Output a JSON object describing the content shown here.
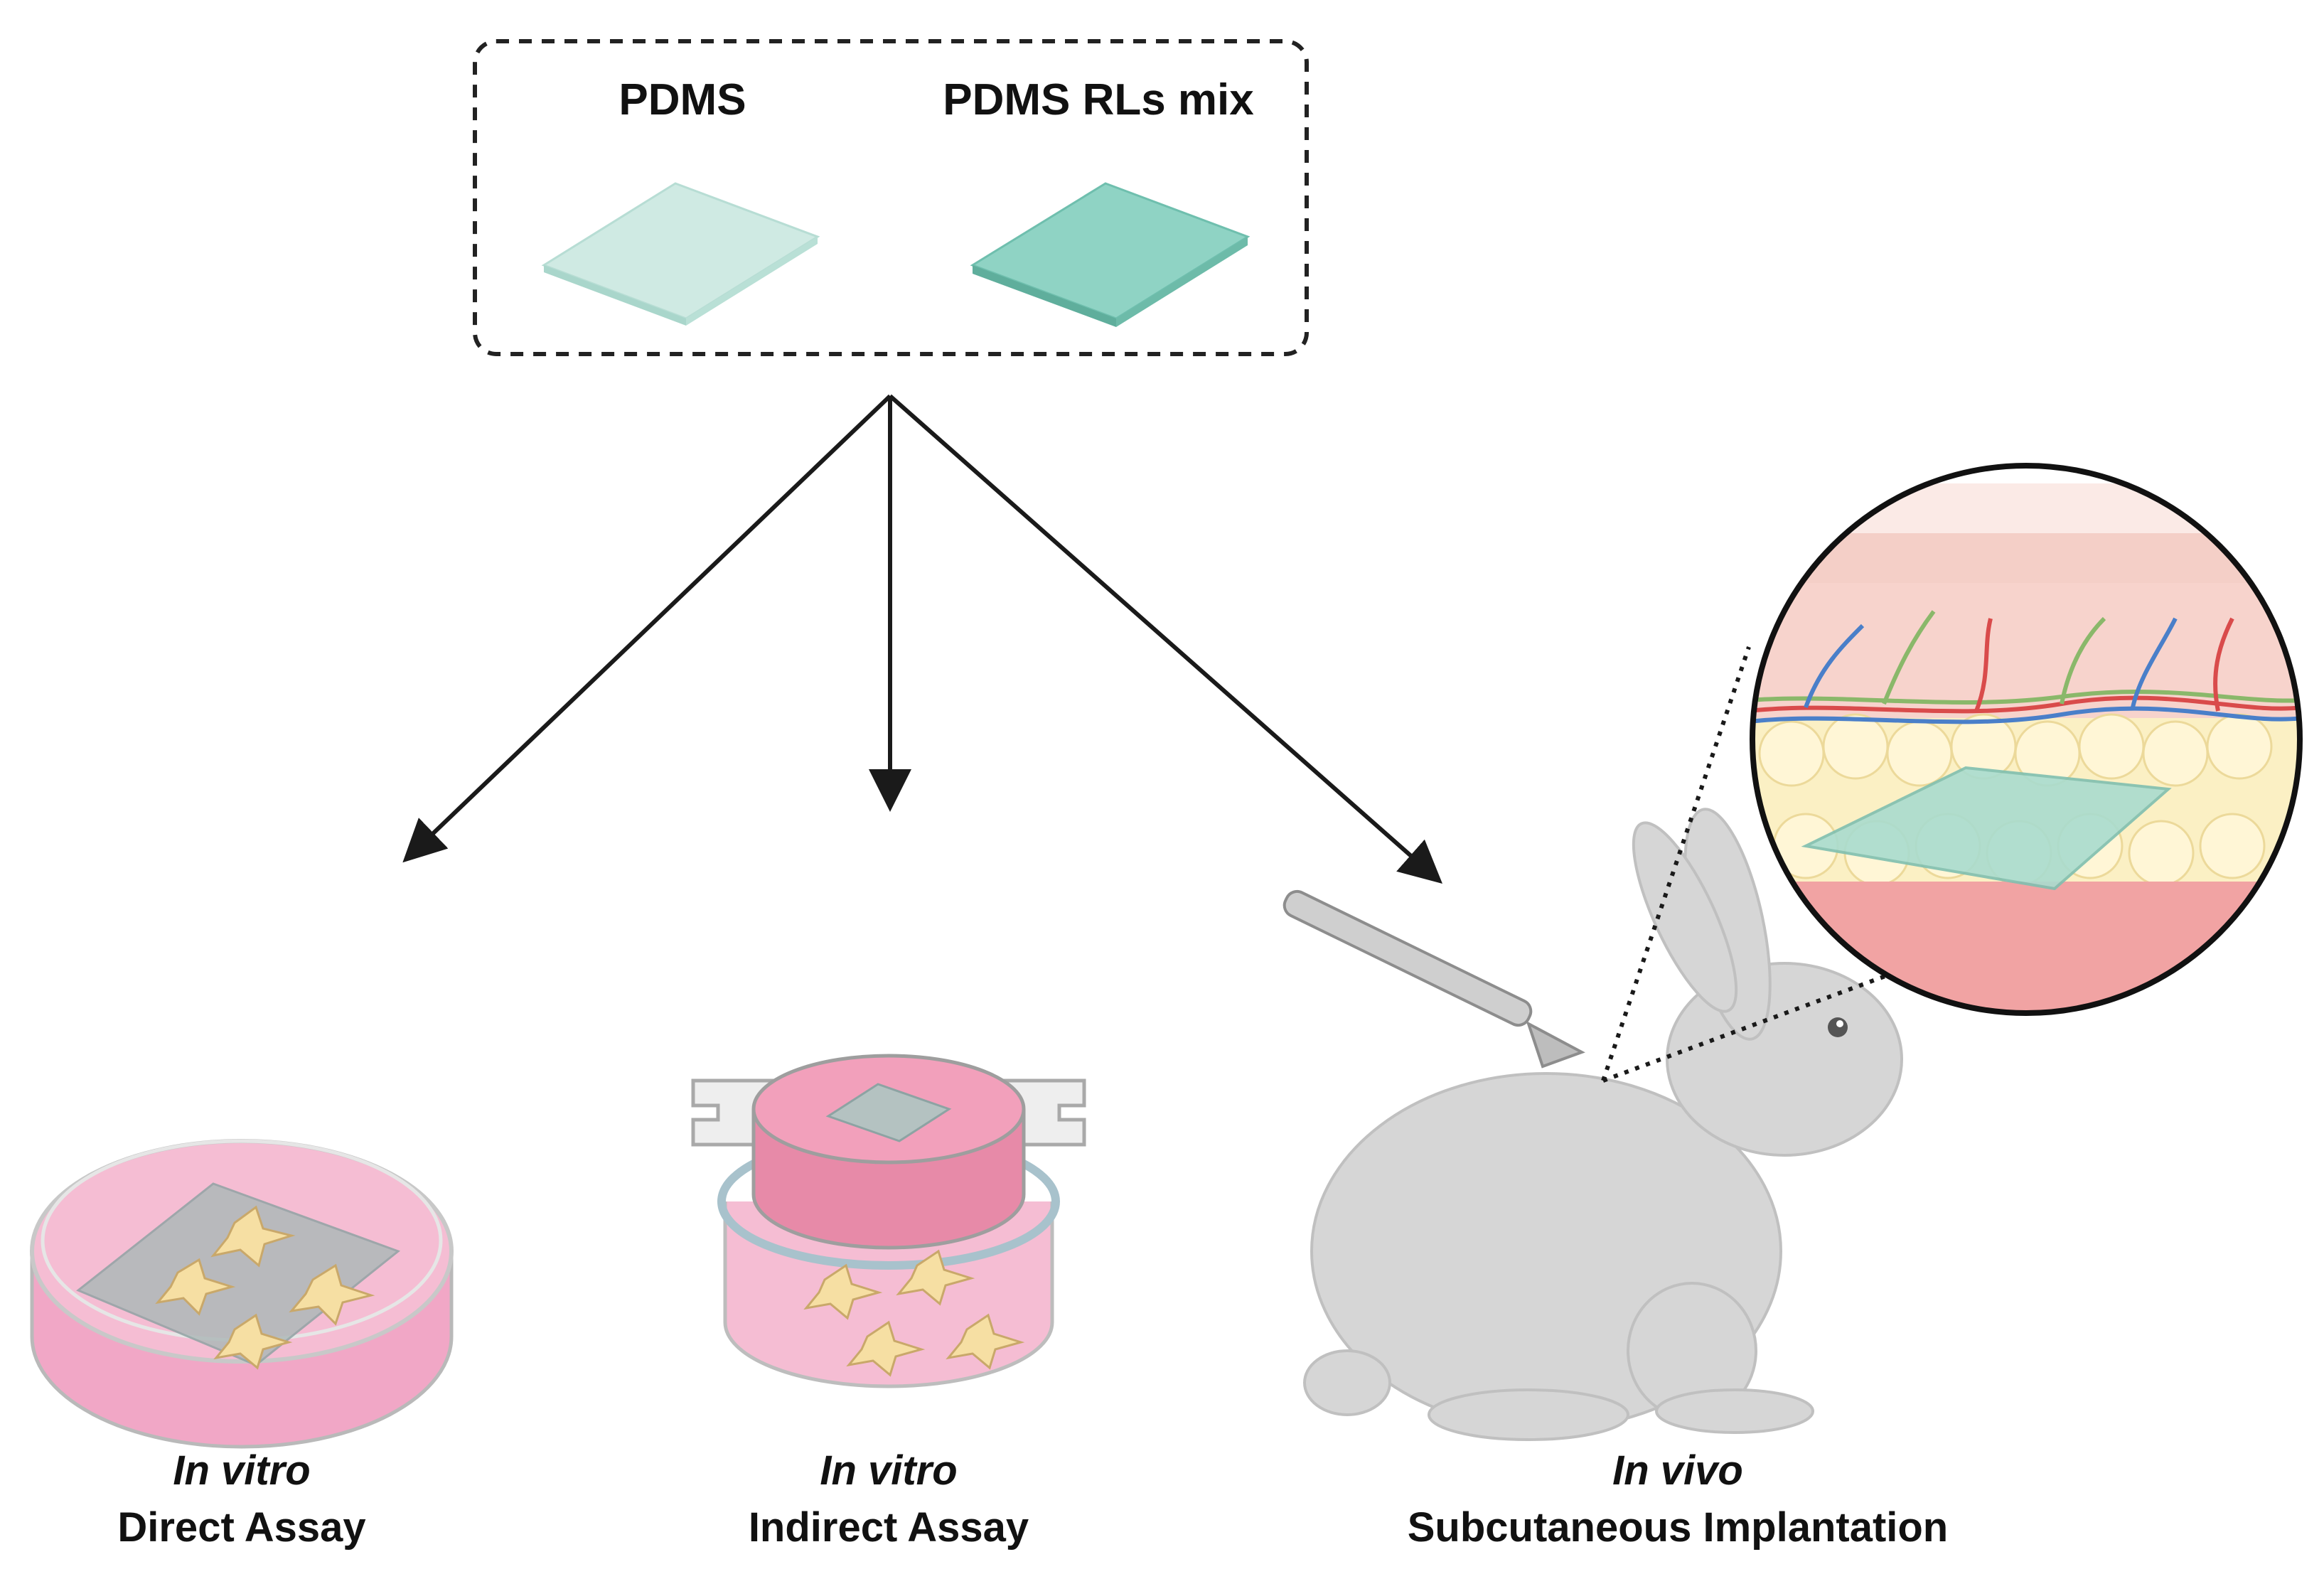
{
  "materials": {
    "pdms_label": "PDMS",
    "pdms_mix_label": "PDMS RLs mix",
    "pdms_color": "#cfeae3",
    "pdms_mix_color": "#8fd3c4"
  },
  "assays": {
    "direct": {
      "line1": "In vitro",
      "line2": "Direct Assay"
    },
    "indirect": {
      "line1": "In vitro",
      "line2": "Indirect Assay"
    },
    "vivo": {
      "line1": "In vivo",
      "line2": "Subcutaneous Implantation"
    }
  },
  "colors": {
    "medium_pink": "#f2a7c3",
    "cell_yellow": "#f6dfa3",
    "rabbit_gray": "#d6d6d6",
    "tissue_pink": "#f7d3cc",
    "fat_yellow": "#fbf0c4",
    "muscle_red": "#f1a3a3"
  }
}
